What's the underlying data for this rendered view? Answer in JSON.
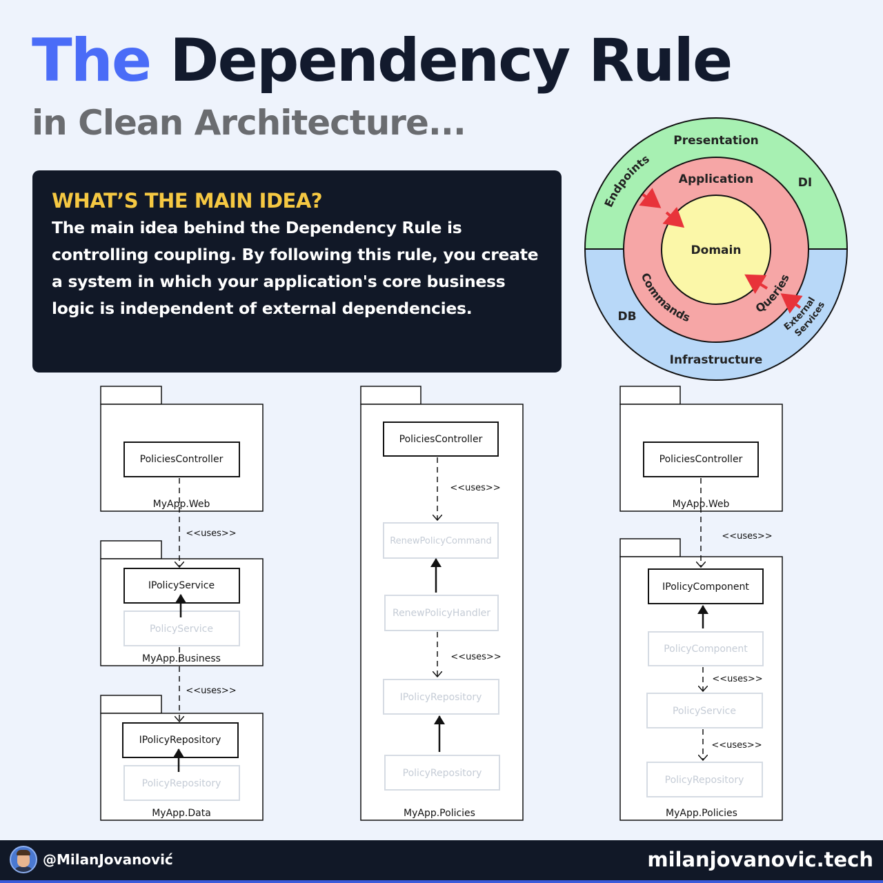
{
  "title": {
    "part1": "The",
    "part2": "Dependency Rule"
  },
  "subtitle": "in Clean Architecture...",
  "idea": {
    "heading": "WHAT’S THE MAIN IDEA?",
    "body": "The main idea behind the Dependency Rule is controlling coupling. By following this rule, you create a system in which your application's core business logic is independent of external dependencies."
  },
  "onion": {
    "presentation": "Presentation",
    "infrastructure": "Infrastructure",
    "application": "Application",
    "domain": "Domain",
    "di": "DI",
    "db": "DB",
    "endpoints": "Endpoints",
    "commands": "Commands",
    "queries": "Queries",
    "external_line1": "External",
    "external_line2": "Services",
    "colors": {
      "presentation": "#a7f0b2",
      "infrastructure": "#b8d8f8",
      "application": "#f6a6a6",
      "domain": "#fbf7a8",
      "arrow": "#e8333a"
    }
  },
  "diagrams": {
    "uses": "<<uses>>",
    "left": {
      "web": {
        "class": "PoliciesController",
        "package": "MyApp.Web"
      },
      "business": {
        "interface": "IPolicyService",
        "impl": "PolicyService",
        "package": "MyApp.Business"
      },
      "data": {
        "interface": "IPolicyRepository",
        "impl": "PolicyRepository",
        "package": "MyApp.Data"
      }
    },
    "middle": {
      "controller": "PoliciesController",
      "command": "RenewPolicyCommand",
      "handler": "RenewPolicyHandler",
      "repo_interface": "IPolicyRepository",
      "repo_impl": "PolicyRepository",
      "package": "MyApp.Policies"
    },
    "right": {
      "web": {
        "class": "PoliciesController",
        "package": "MyApp.Web"
      },
      "policies": {
        "interface": "IPolicyComponent",
        "component": "PolicyComponent",
        "service": "PolicyService",
        "repository": "PolicyRepository",
        "package": "MyApp.Policies"
      }
    }
  },
  "footer": {
    "handle": "@MilanJovanović",
    "site": "milanjovanovic.tech"
  }
}
